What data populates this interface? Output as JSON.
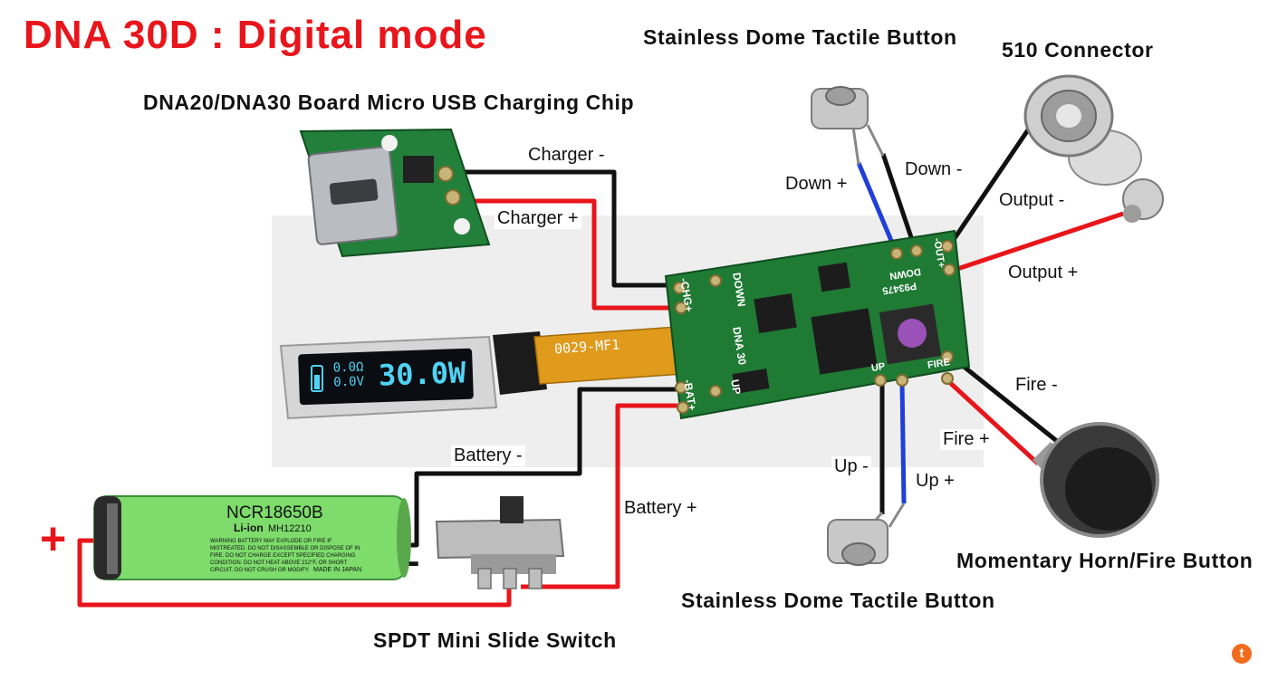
{
  "title": "DNA 30D : Digital mode",
  "components": {
    "usb_charging": "DNA20/DNA30 Board Micro USB Charging Chip",
    "dome_button_top": "Stainless Dome Tactile Button",
    "connector_510": "510 Connector",
    "dome_button_bottom": "Stainless Dome Tactile Button",
    "fire_button": "Momentary Horn/Fire Button",
    "slide_switch": "SPDT Mini Slide Switch"
  },
  "wires": {
    "charger_neg": "Charger -",
    "charger_pos": "Charger +",
    "down_pos": "Down +",
    "down_neg": "Down -",
    "output_neg": "Output -",
    "output_pos": "Output +",
    "fire_neg": "Fire -",
    "fire_pos": "Fire +",
    "up_neg": "Up -",
    "up_pos": "Up +",
    "battery_neg": "Battery -",
    "battery_pos": "Battery +"
  },
  "polarity": {
    "plus": "+",
    "minus": "-"
  },
  "oled_display": {
    "power": "30.0W",
    "resistance": "0.0Ω",
    "voltage": "0.0V"
  },
  "board": {
    "pin_chg": "-CHG+",
    "pin_bat": "-BAT+",
    "pin_down": "DOWN",
    "pin_up": "UP",
    "pin_out": "-OUT+",
    "pin_fire": "FIRE",
    "model": "DNA 30",
    "part": "P93475",
    "flex_cable": "0029-MF1"
  },
  "battery": {
    "model": "NCR18650B",
    "type": "Li-ion",
    "code": "MH12210",
    "warning": "WARNING BATTERY MAY EXPLODE OR FIRE IF MISTREATED. DO NOT DISASSEMBLE OR DISPOSE OF IN FIRE. DO NOT CHARGE EXCEPT SPECIFIED CHARGING CONDITION. DO NOT HEAT ABOVE 212°F, OR SHORT CIRCUIT. DO NOT CRUSH OR MODIFY.",
    "origin": "MADE IN JAPAN"
  },
  "logo_letter": "t",
  "colors": {
    "title": "#e8151b",
    "wire_red": "#e8151b",
    "wire_black": "#111111",
    "wire_blue": "#1f3fd8",
    "pcb": "#1f7a34",
    "battery": "#7ddc6b"
  }
}
